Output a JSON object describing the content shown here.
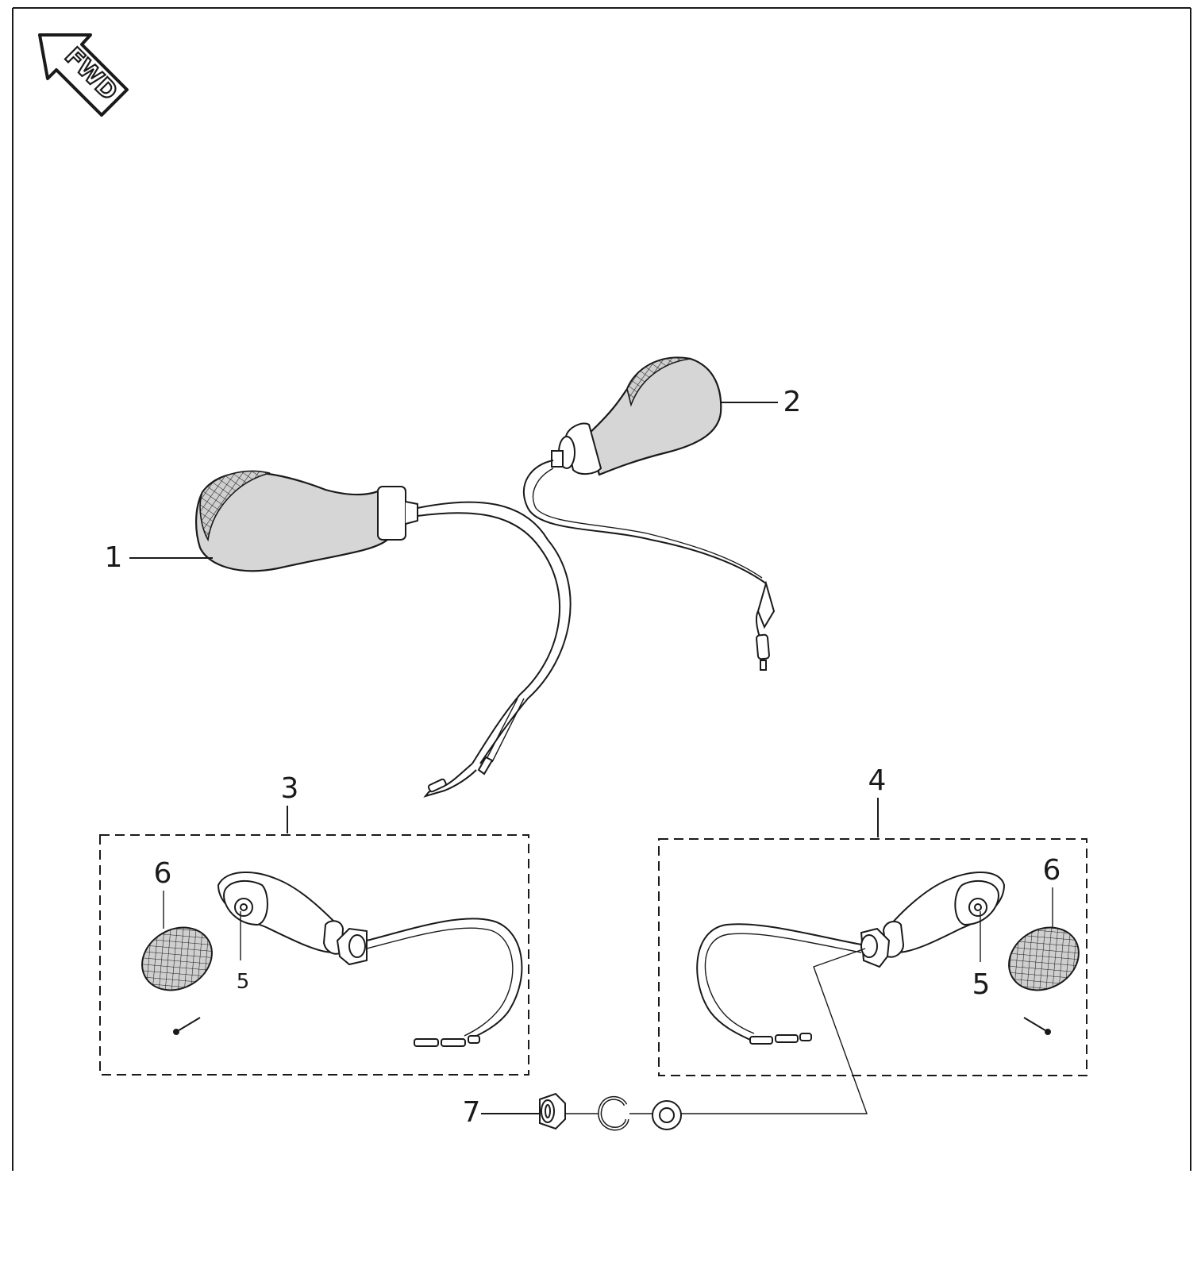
{
  "fwd_label": "FWD",
  "callouts": {
    "c1": "1",
    "c2": "2",
    "c3": "3",
    "c4": "4",
    "c5_left": "5",
    "c5_right": "5",
    "c6_left": "6",
    "c6_right": "6",
    "c7": "7"
  },
  "parts": [
    {
      "id": "1",
      "name": "turn-signal-front-left"
    },
    {
      "id": "2",
      "name": "turn-signal-front-right"
    },
    {
      "id": "3",
      "name": "turn-signal-assembly-left"
    },
    {
      "id": "4",
      "name": "turn-signal-assembly-right"
    },
    {
      "id": "5",
      "name": "bulb"
    },
    {
      "id": "6",
      "name": "lens"
    },
    {
      "id": "7",
      "name": "nut-washer-set"
    }
  ]
}
